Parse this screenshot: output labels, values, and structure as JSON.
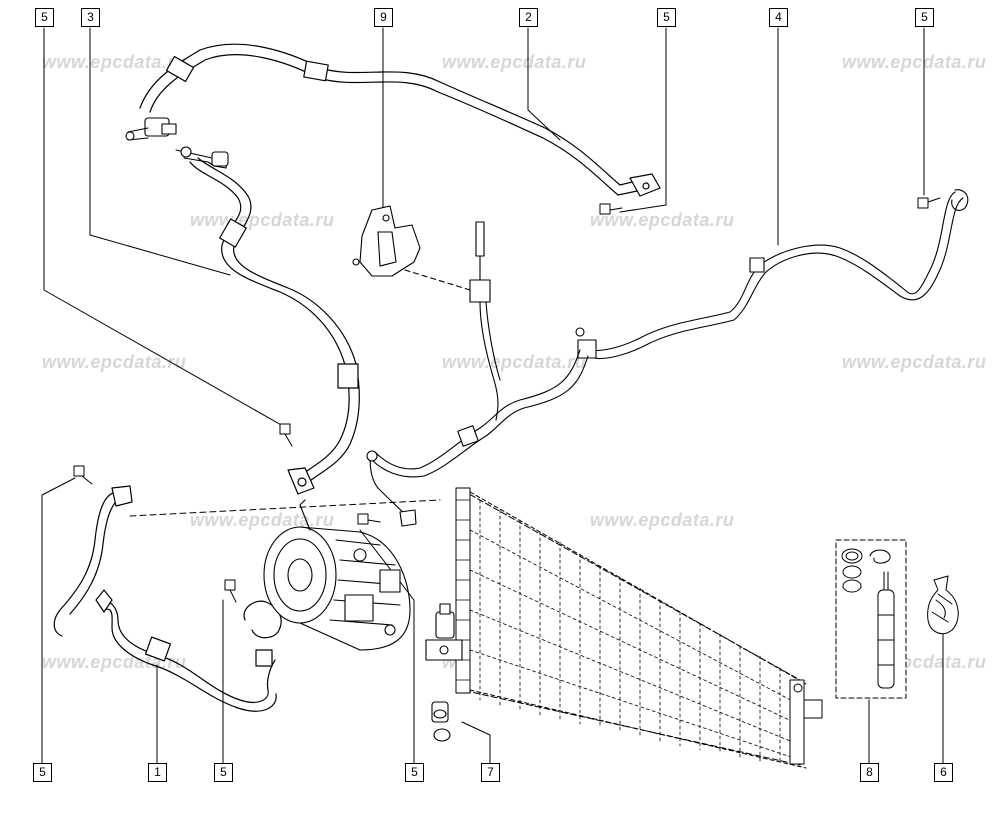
{
  "watermark": "www.epcdata.ru",
  "callouts": {
    "c1": "1",
    "c2": "2",
    "c3": "3",
    "c4": "4",
    "c5_top_left": "5",
    "c5_top_mid": "5",
    "c5_top_right": "5",
    "c5_bottom_left": "5",
    "c5_bottom_mid": "5",
    "c5_bottom_center": "5",
    "c6": "6",
    "c7": "7",
    "c8": "8",
    "c9": "9"
  },
  "colors": {
    "ink": "#000000",
    "watermark": "#d6d6d6",
    "background": "#ffffff"
  }
}
